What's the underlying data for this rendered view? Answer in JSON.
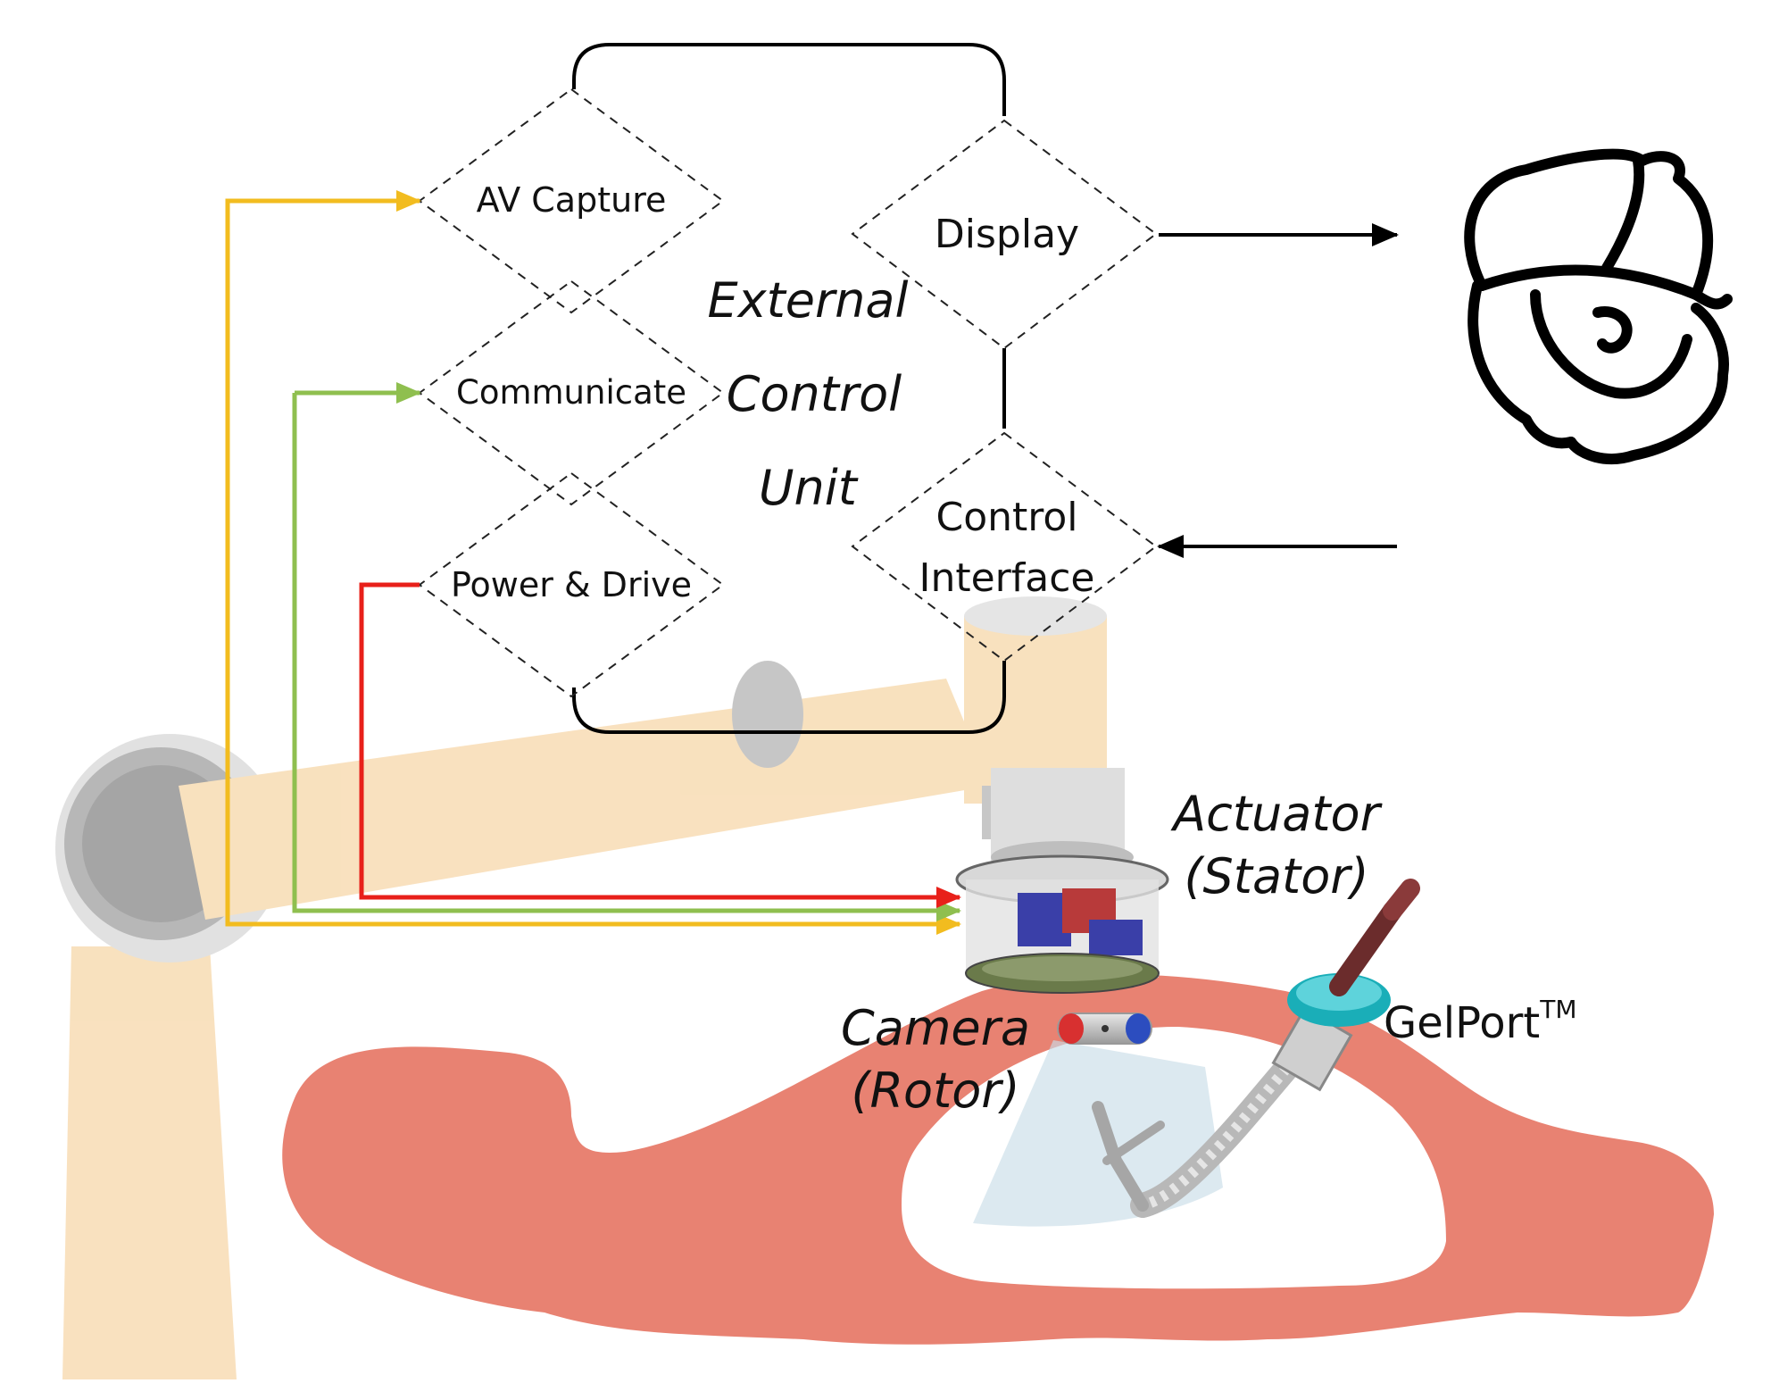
{
  "cu_label": [
    "External",
    "Control",
    "Unit"
  ],
  "blocks": {
    "av_capture": "AV Capture",
    "communicate": "Communicate",
    "power_drive": "Power & Drive",
    "display": "Display",
    "control_interface": [
      "Control",
      "Interface"
    ]
  },
  "labels": {
    "actuator": [
      "Actuator",
      "(Stator)"
    ],
    "camera": [
      "Camera",
      "(Rotor)"
    ],
    "gelport": "GelPort",
    "gelport_sup": "TM"
  },
  "colors": {
    "av_line": "#F2BC1F",
    "comm_line": "#8FBF4F",
    "power_line": "#E8201A",
    "body": "#E88272",
    "arm": "#F4D7A6",
    "arm_dark": "#D7D7D7"
  },
  "icons": [
    "surgeon-head-icon",
    "robot-arm-icon",
    "gelport-icon",
    "capsule-camera-icon",
    "actuator-icon"
  ]
}
